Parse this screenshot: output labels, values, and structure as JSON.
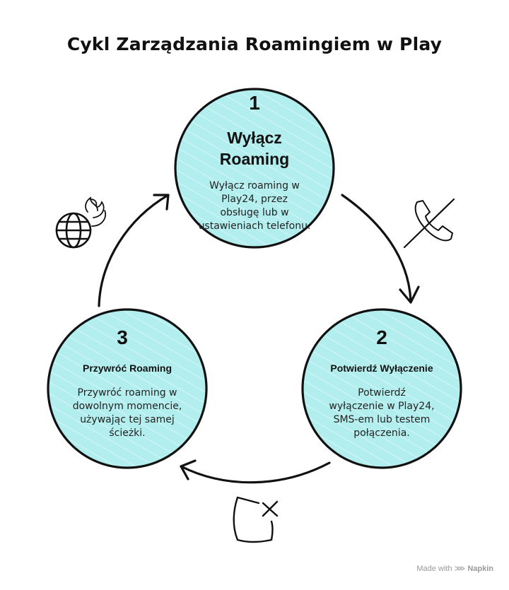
{
  "title": "Cykl Zarządzania Roamingiem w Play",
  "colors": {
    "fill": "#b3eeef",
    "stroke": "#111111"
  },
  "steps": [
    {
      "number": "1",
      "heading_line1": "Wyłącz",
      "heading_line2": "Roaming",
      "desc_lines": [
        "Wyłącz roaming w",
        "Play24, przez",
        "obsługę lub w",
        "ustawieniach telefonu."
      ]
    },
    {
      "number": "2",
      "heading": "Potwierdź Wyłączenie",
      "desc_lines": [
        "Potwierdź",
        "wyłączenie w Play24,",
        "SMS-em lub testem",
        "połączenia."
      ]
    },
    {
      "number": "3",
      "heading": "Przywróć Roaming",
      "desc_lines": [
        "Przywróć roaming w",
        "dowolnym momencie,",
        "używając tej samej",
        "ścieżki."
      ]
    }
  ],
  "icons": {
    "top_left": "globe-fire-icon",
    "right": "phone-off-icon",
    "bottom": "square-x-icon"
  },
  "branding": {
    "prefix": "Made with",
    "name": "Napkin"
  }
}
